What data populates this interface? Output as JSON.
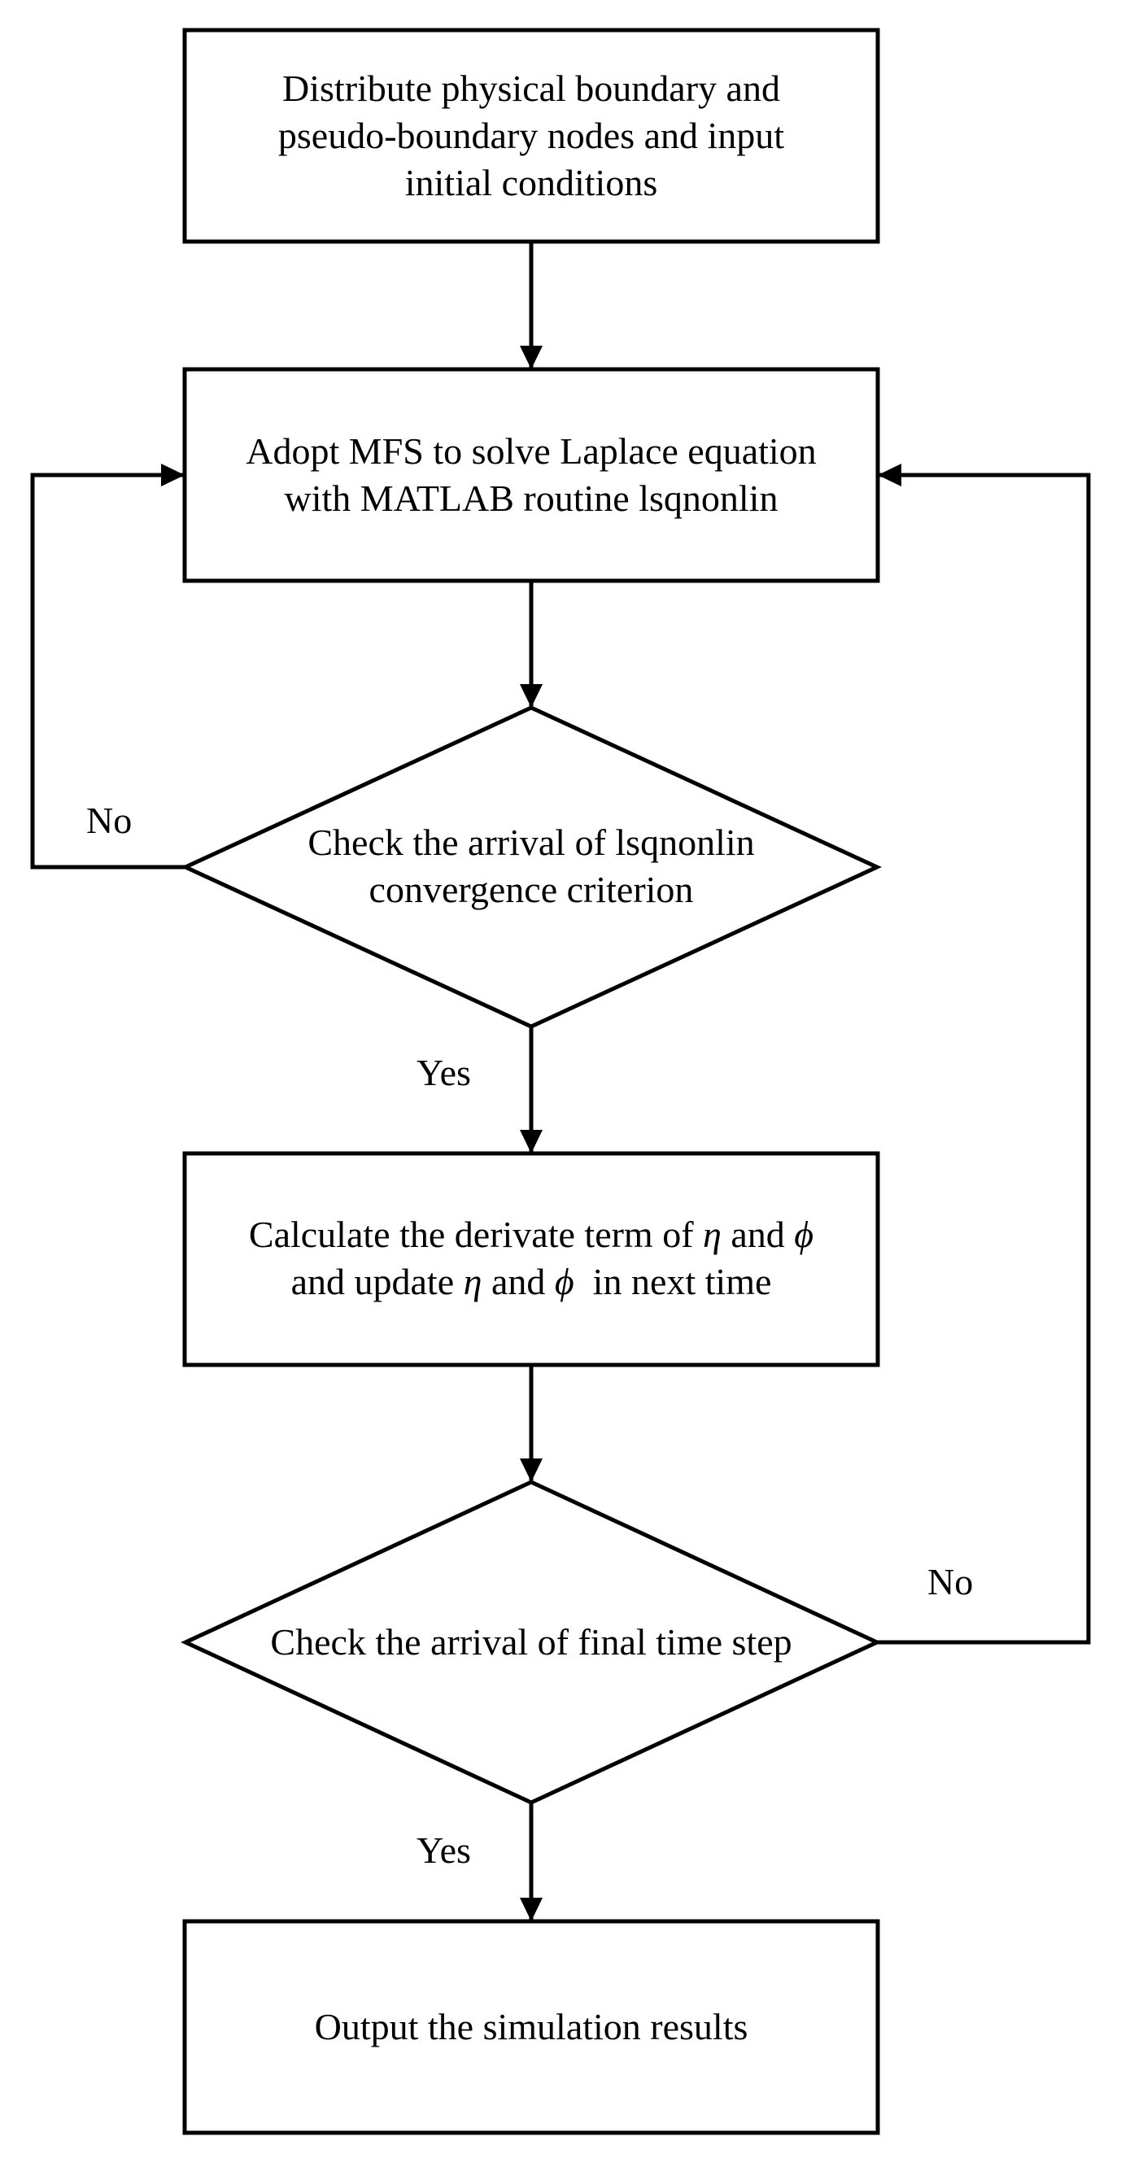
{
  "nodes": {
    "start": {
      "lines": [
        "Distribute physical boundary and",
        "pseudo-boundary nodes and input",
        "initial conditions"
      ]
    },
    "solve": {
      "lines": [
        "Adopt MFS to solve Laplace equation",
        "with MATLAB routine lsqnonlin"
      ]
    },
    "check_convergence": {
      "lines": [
        "Check the arrival of lsqnonlin",
        "convergence criterion"
      ]
    },
    "update": {
      "line1_prefix": "Calculate the derivate term of ",
      "eta": "η",
      "and": " and ",
      "phi": "ϕ",
      "line2_prefix": "and update ",
      "line2_suffix": "  in next time"
    },
    "check_time": {
      "lines": [
        "Check the arrival of final time step"
      ]
    },
    "output": {
      "lines": [
        "Output the simulation results"
      ]
    }
  },
  "edge_labels": {
    "convergence_no": "No",
    "convergence_yes": "Yes",
    "time_no": "No",
    "time_yes": "Yes"
  }
}
